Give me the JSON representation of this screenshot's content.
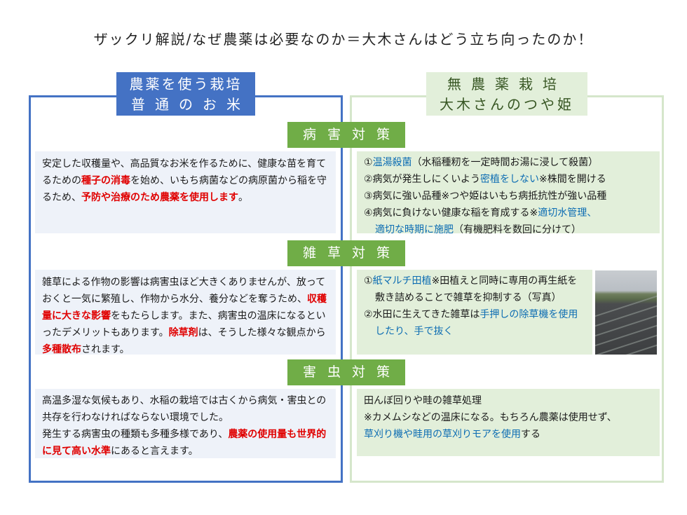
{
  "title": "ザックリ解説/なぜ農薬は必要なのか＝大木さんはどう立ち向ったのか！",
  "left_header": {
    "line1": "農薬を使う栽培",
    "line2": "普通のお米"
  },
  "right_header": {
    "line1": "無農薬栽培",
    "line2": "大木さんのつや姫"
  },
  "sections": {
    "disease": "病害対策",
    "weeds": "雑草対策",
    "pests": "害虫対策"
  },
  "disease_left": {
    "t1": "安定した収穫量や、高品質なお米を作るために、健康な苗を育てるための",
    "t2": "種子の消毒",
    "t3": "を始め、いもち病菌などの病原菌から稲を守るため、",
    "t4": "予防や治療のため農薬を使用します",
    "t5": "。"
  },
  "disease_right": {
    "i1a": "①",
    "i1b": "温湯殺菌",
    "i1c": "（水稲種籾を一定時間お湯に浸して殺菌）",
    "i2a": "②病気が発生しにくいよう",
    "i2b": "密植をしない",
    "i2c": "※株間を開ける",
    "i3": "③病気に強い品種※つや姫はいもち病抵抗性が強い品種",
    "i4a": "④病気に負けない健康な稲を育成する※",
    "i4b": "適切水管理、",
    "i4c": "適切な時期に施肥",
    "i4d": "（有機肥料を数回に分けて）"
  },
  "weeds_left": {
    "t1": "雑草による作物の影響は病害虫ほど大きくありませんが、放っておくと一気に繁殖し、作物から水分、養分などを奪うため、",
    "t2": "収穫量に大きな影響",
    "t3": "をもたらします。また、病害虫の温床になるといったデメリットもあります。",
    "t4": "除草剤",
    "t5": "は、そうした様々な観点から",
    "t6": "多種散布",
    "t7": "されます。"
  },
  "weeds_right": {
    "i1a": "①",
    "i1b": "紙マルチ田植",
    "i1c": "※田植えと同時に専用の再生紙を敷き詰めることで雑草を抑制する（写真）",
    "i2a": "②水田に生えてきた雑草は",
    "i2b": "手押しの除草機を使用したり、手で抜く"
  },
  "pests_left": {
    "t1": "高温多湿な気候もあり、水稲の栽培では古くから病気・害虫との共存を行わなければならない環境でした。",
    "t2": "発生する病害虫の種類も多種多様であり、",
    "t3": "農薬の使用量も世界的に見て高い水準",
    "t4": "にあると言えます。"
  },
  "pests_right": {
    "l1": "田んぼ回りや畦の雑草処理",
    "l2": "※カメムシなどの温床になる。もちろん農薬は使用せず、",
    "l3a": "草刈り機や畦用の草刈りモアを使用",
    "l3b": "する"
  }
}
